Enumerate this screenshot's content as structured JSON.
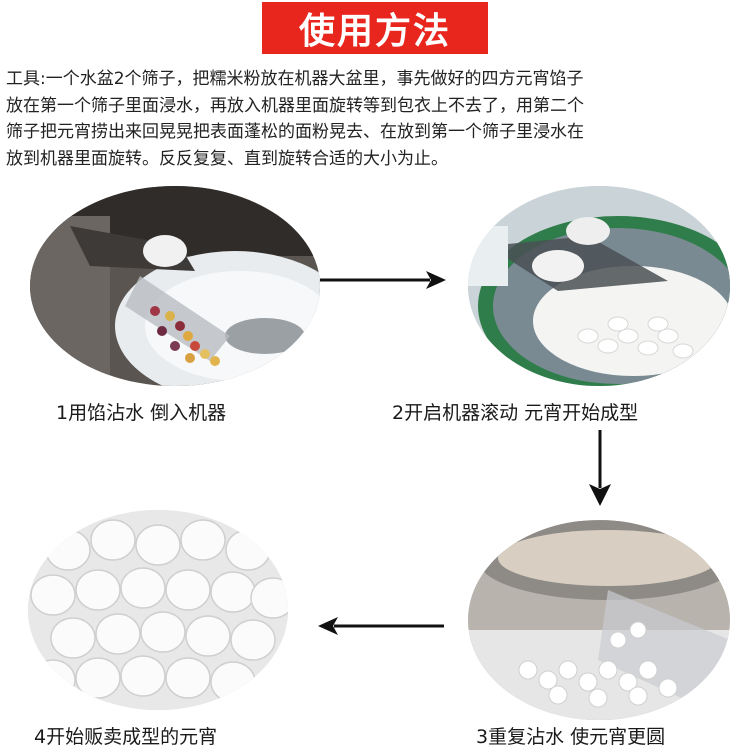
{
  "title": "使用方法",
  "description": {
    "lines": [
      "工具:一个水盆2个筛子，把糯米粉放在机器大盆里，事先做好的四方元宵馅子",
      "放在第一个筛子里面浸水，再放入机器里面旋转等到包衣上不去了，用第二个",
      "筛子把元宵捞出来回晃晃把表面蓬松的面粉晃去、在放到第一个筛子里浸水在",
      "放到机器里面旋转。反反复复、直到旋转合适的大小为止。"
    ]
  },
  "steps": [
    {
      "caption": "1用馅沾水  倒入机器"
    },
    {
      "caption": "2开启机器滚动  元宵开始成型"
    },
    {
      "caption": "3重复沾水  使元宵更圆"
    },
    {
      "caption": "4开始贩卖成型的元宵"
    }
  ],
  "colors": {
    "title_bg": "#e8261e",
    "title_text": "#ffffff",
    "arrow": "#111111"
  },
  "icons": {
    "arrow_right": "arrow-right-icon",
    "arrow_down": "arrow-down-icon",
    "arrow_left": "arrow-left-icon"
  }
}
